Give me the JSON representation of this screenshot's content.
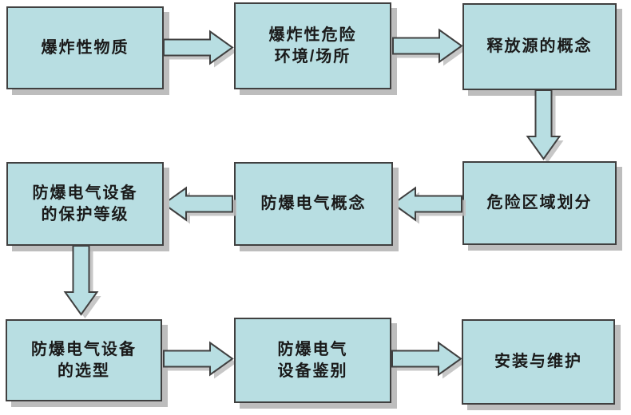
{
  "diagram": {
    "background": "#ffffff",
    "style": {
      "node_fill": "#b8dee2",
      "node_border": "#404040",
      "arrow_fill": "#b8dee2",
      "shadow": "#bdbdbd",
      "text_color": "#1a1a1a"
    },
    "nodes": [
      {
        "id": "explosive-substances",
        "label": "爆炸性物质"
      },
      {
        "id": "explosive-hazardous-environment",
        "label": "爆炸性危险\n环境/场所"
      },
      {
        "id": "release-source-concept",
        "label": "释放源的概念"
      },
      {
        "id": "hazardous-area-classification",
        "label": "危险区域划分"
      },
      {
        "id": "explosion-proof-electrical-concept",
        "label": "防爆电气概念"
      },
      {
        "id": "equipment-protection-level",
        "label": "防爆电气设备\n的保护等级"
      },
      {
        "id": "equipment-selection",
        "label": "防爆电气设备\n的选型"
      },
      {
        "id": "equipment-identification",
        "label": "防爆电气\n设备鉴别"
      },
      {
        "id": "installation-and-maintenance",
        "label": "安装与维护"
      }
    ],
    "connections": [
      {
        "from": "explosive-substances",
        "to": "explosive-hazardous-environment",
        "direction": "right"
      },
      {
        "from": "explosive-hazardous-environment",
        "to": "release-source-concept",
        "direction": "right"
      },
      {
        "from": "release-source-concept",
        "to": "hazardous-area-classification",
        "direction": "down"
      },
      {
        "from": "hazardous-area-classification",
        "to": "explosion-proof-electrical-concept",
        "direction": "left"
      },
      {
        "from": "explosion-proof-electrical-concept",
        "to": "equipment-protection-level",
        "direction": "left"
      },
      {
        "from": "equipment-protection-level",
        "to": "equipment-selection",
        "direction": "down"
      },
      {
        "from": "equipment-selection",
        "to": "equipment-identification",
        "direction": "right"
      },
      {
        "from": "equipment-identification",
        "to": "installation-and-maintenance",
        "direction": "right"
      }
    ]
  }
}
